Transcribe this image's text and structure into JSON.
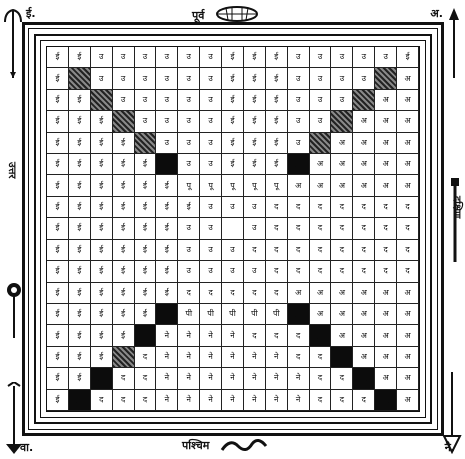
{
  "diagram": {
    "corners": {
      "top_left": "ई.",
      "top_right": "अ.",
      "bottom_left": "वा.",
      "bottom_right": "नै."
    },
    "directions": {
      "east": "पूर्व",
      "west": "पश्चिम",
      "north": "उत्तर",
      "south": "दक्षिण"
    },
    "grid_rows": [
      [
        "ई",
        "ई",
        "उ",
        "उ",
        "उ",
        "उ",
        "उ",
        "उ",
        "ई",
        "ई",
        "ई",
        "उ",
        "उ",
        "उ",
        "उ",
        "उ",
        "ई"
      ],
      [
        "ई",
        "▒",
        "उ",
        "उ",
        "उ",
        "उ",
        "उ",
        "उ",
        "ई",
        "ई",
        "ई",
        "उ",
        "उ",
        "उ",
        "उ",
        "▒",
        "अ"
      ],
      [
        "ई",
        "ई",
        "▒",
        "उ",
        "उ",
        "उ",
        "उ",
        "उ",
        "ई",
        "ई",
        "ई",
        "उ",
        "उ",
        "उ",
        "▒",
        "अ",
        "अ"
      ],
      [
        "ई",
        "ई",
        "ई",
        "▒",
        "उ",
        "उ",
        "उ",
        "उ",
        "ई",
        "ई",
        "ई",
        "उ",
        "उ",
        "▒",
        "अ",
        "अ",
        "अ"
      ],
      [
        "ई",
        "ई",
        "ई",
        "ई",
        "▒",
        "उ",
        "उ",
        "उ",
        "ई",
        "ई",
        "ई",
        "उ",
        "▒",
        "अ",
        "अ",
        "अ",
        "अ"
      ],
      [
        "ई",
        "ई",
        "ई",
        "ई",
        "ई",
        "■",
        "उ",
        "उ",
        "ई",
        "ई",
        "ई",
        "■",
        "अ",
        "अ",
        "अ",
        "अ",
        "अ"
      ],
      [
        "ई",
        "ई",
        "ई",
        "ई",
        "ई",
        "ई",
        "पू",
        "पू",
        "पू",
        "पू",
        "पू",
        "अ",
        "अ",
        "अ",
        "अ",
        "अ",
        "अ"
      ],
      [
        "ई",
        "ई",
        "ई",
        "ई",
        "ई",
        "ई",
        "ई",
        "उ",
        "उ",
        "उ",
        "द",
        "द",
        "द",
        "द",
        "द",
        "द",
        "द"
      ],
      [
        "ई",
        "ई",
        "ई",
        "ई",
        "ई",
        "ई",
        "उ",
        "उ",
        "",
        "उ",
        "द",
        "द",
        "द",
        "द",
        "द",
        "द",
        "द"
      ],
      [
        "ई",
        "ई",
        "ई",
        "ई",
        "ई",
        "ई",
        "उ",
        "उ",
        "उ",
        "द",
        "द",
        "द",
        "द",
        "द",
        "द",
        "द",
        "द"
      ],
      [
        "ई",
        "ई",
        "ई",
        "ई",
        "ई",
        "ई",
        "उ",
        "उ",
        "उ",
        "उ",
        "द",
        "द",
        "द",
        "द",
        "द",
        "द",
        "द"
      ],
      [
        "ई",
        "ई",
        "ई",
        "ई",
        "ई",
        "ई",
        "द",
        "द",
        "द",
        "द",
        "द",
        "अ",
        "अ",
        "अ",
        "अ",
        "अ",
        "अ"
      ],
      [
        "ई",
        "ई",
        "ई",
        "ई",
        "ई",
        "■",
        "पी",
        "पी",
        "पी",
        "पी",
        "पी",
        "■",
        "अ",
        "अ",
        "अ",
        "अ",
        "अ"
      ],
      [
        "ई",
        "ई",
        "ई",
        "ई",
        "■",
        "ने",
        "ने",
        "ने",
        "ने",
        "द",
        "द",
        "द",
        "■",
        "अ",
        "अ",
        "अ",
        "अ"
      ],
      [
        "ई",
        "ई",
        "ई",
        "▒",
        "द",
        "ने",
        "ने",
        "ने",
        "ने",
        "ने",
        "ने",
        "द",
        "द",
        "■",
        "अ",
        "अ",
        "अ"
      ],
      [
        "ई",
        "ई",
        "■",
        "द",
        "द",
        "ने",
        "ने",
        "ने",
        "ने",
        "ने",
        "ने",
        "ने",
        "द",
        "द",
        "■",
        "अ",
        "अ"
      ],
      [
        "ई",
        "■",
        "द",
        "द",
        "द",
        "ने",
        "ने",
        "ने",
        "ने",
        "ने",
        "ने",
        "ने",
        "द",
        "द",
        "द",
        "■",
        "अ"
      ]
    ]
  },
  "colors": {
    "ink": "#111111",
    "paper": "#ffffff",
    "filled": "#0c0c0c"
  }
}
